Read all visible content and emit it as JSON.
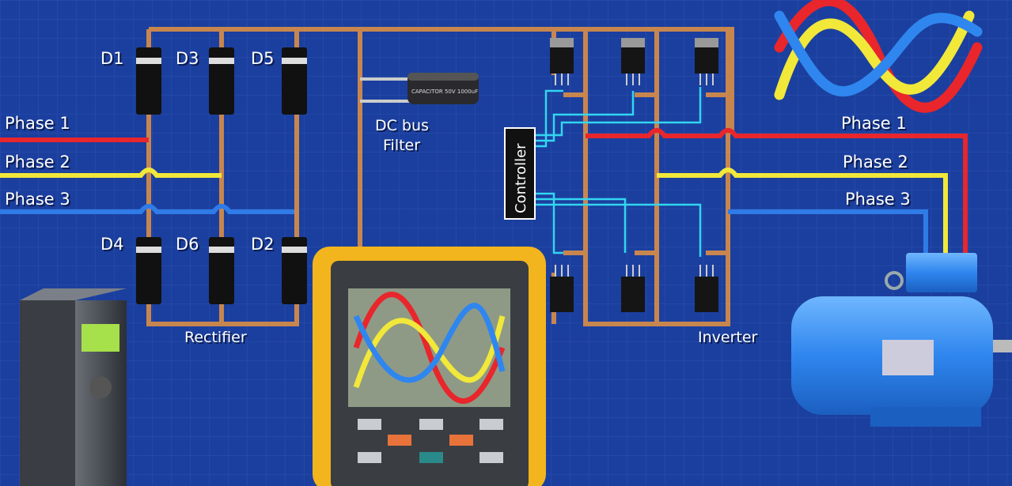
{
  "rectifier": {
    "label": "Rectifier",
    "diodes": [
      "D1",
      "D3",
      "D5",
      "D4",
      "D6",
      "D2"
    ]
  },
  "inputs": [
    "Phase 1",
    "Phase 2",
    "Phase 3"
  ],
  "outputs": [
    "Phase 1",
    "Phase 2",
    "Phase 3"
  ],
  "filter": {
    "label_line1": "DC bus",
    "label_line2": "Filter",
    "capacitor_text": "CAPACITOR 50V 1000uF"
  },
  "controller": {
    "label": "Controller"
  },
  "inverter": {
    "label": "Inverter"
  },
  "colors": {
    "background": "#1b3f9e",
    "wire": "#c8864f",
    "phase1": "#e8262b",
    "phase2": "#f1e83a",
    "phase3": "#2f7be8",
    "signal": "#33d6f0",
    "scope": "#f2b51e"
  },
  "icons": [
    "diode-icon",
    "capacitor-icon",
    "transistor-icon",
    "sine-wave-icon",
    "oscilloscope-icon",
    "vfd-drive-icon",
    "electric-motor-icon"
  ]
}
